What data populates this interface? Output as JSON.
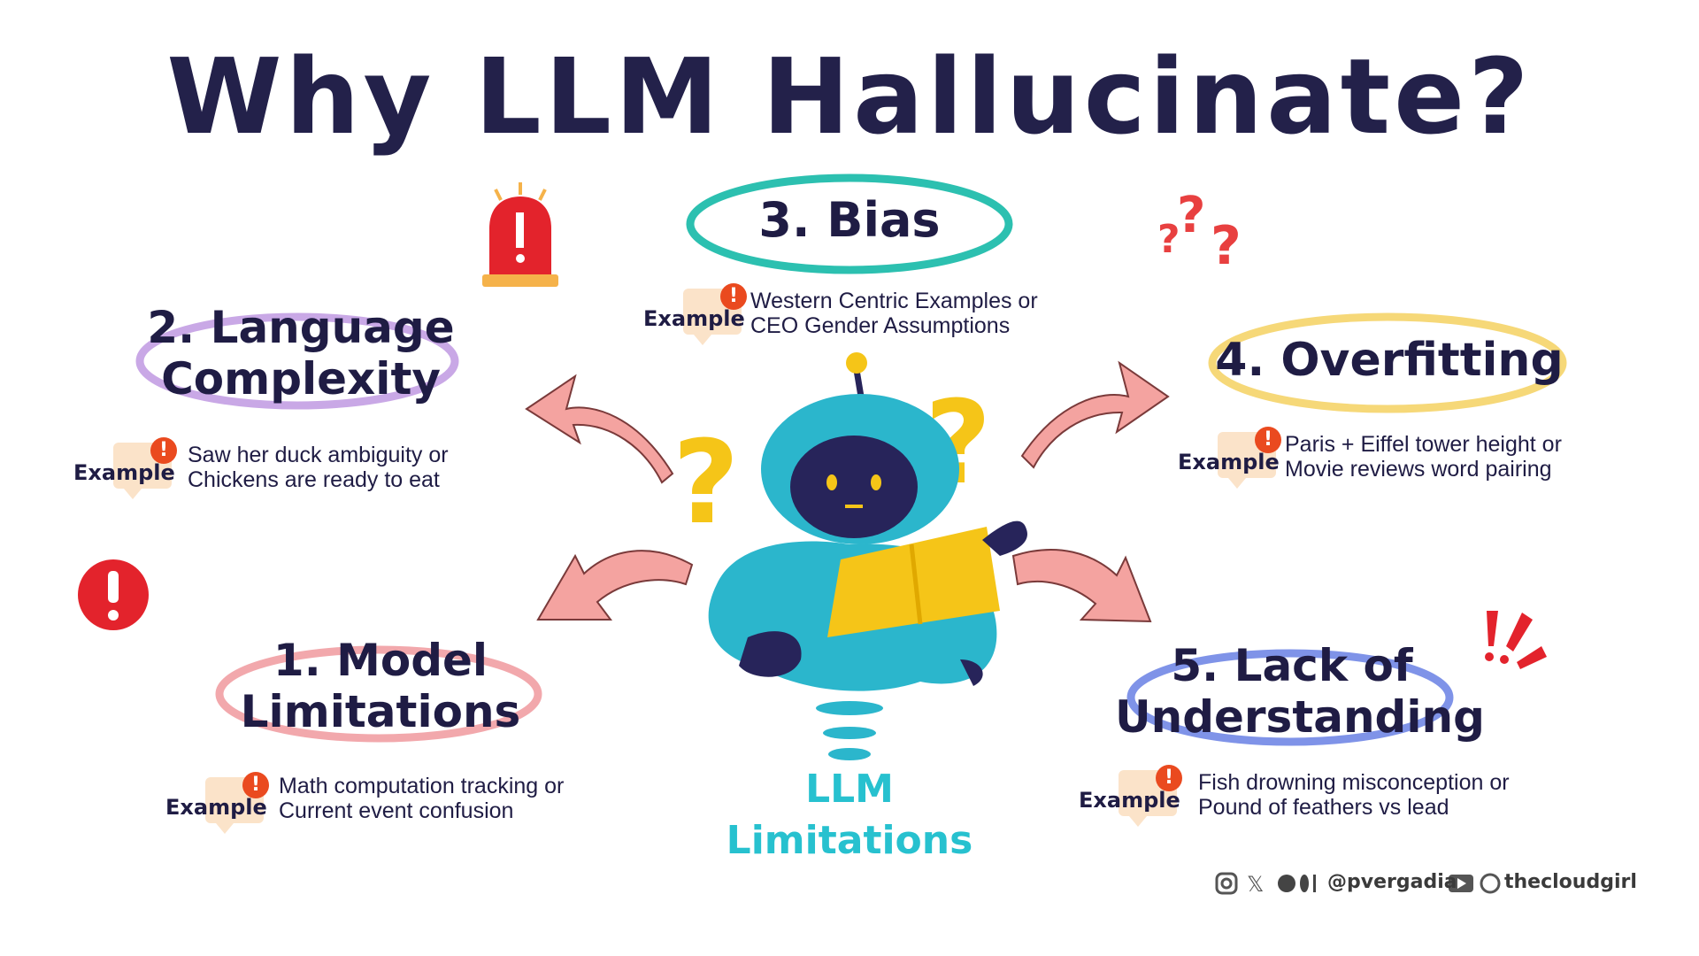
{
  "title": "Why LLM Hallucinate?",
  "center": {
    "line1": "LLM",
    "line2": "Limitations"
  },
  "example_label": "Example",
  "items": [
    {
      "heading_lines": [
        "1. Model",
        "Limitations"
      ],
      "example_lines": [
        "Math computation tracking or",
        "Current event confusion"
      ],
      "ring_color": "#f2a8ac"
    },
    {
      "heading_lines": [
        "2. Language",
        "Complexity"
      ],
      "example_lines": [
        "Saw her duck ambiguity or",
        "Chickens are ready to eat"
      ],
      "ring_color": "#c9a8e6"
    },
    {
      "heading_lines": [
        "3. Bias"
      ],
      "example_lines": [
        "Western Centric Examples or",
        "CEO Gender Assumptions"
      ],
      "ring_color": "#2cc0b0"
    },
    {
      "heading_lines": [
        "4. Overfitting"
      ],
      "example_lines": [
        "Paris + Eiffel tower height or",
        "Movie reviews word pairing"
      ],
      "ring_color": "#f6d878"
    },
    {
      "heading_lines": [
        "5. Lack of",
        "Understanding"
      ],
      "example_lines": [
        "Fish drowning misconception or",
        "Pound of feathers vs lead"
      ],
      "ring_color": "#7f93e8"
    }
  ],
  "footer": {
    "handle": "@pvergadia",
    "brand": "thecloudgirl"
  },
  "colors": {
    "title": "#23214a",
    "arrow": "#f4a3a0",
    "robot": "#2bb6cc",
    "accent_yellow": "#f5c518",
    "alert_red": "#e3232c"
  }
}
